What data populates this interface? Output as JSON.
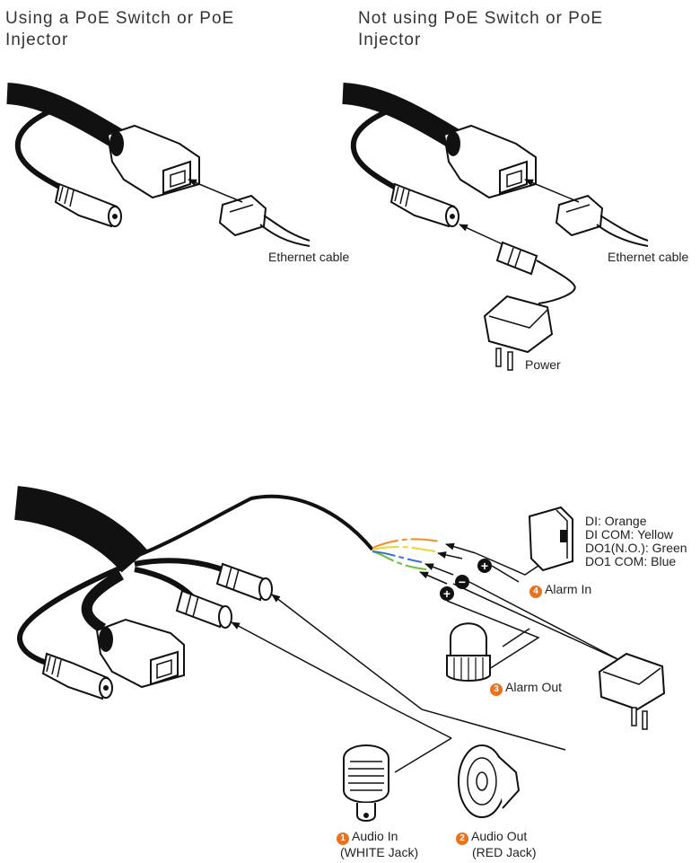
{
  "headings": {
    "poe_line1": "Using a PoE Switch or PoE",
    "poe_line2": "Injector",
    "nopoe_line1": "Not using PoE Switch or PoE",
    "nopoe_line2": "Injector"
  },
  "labels": {
    "ethernet_left": "Ethernet cable",
    "ethernet_right": "Ethernet cable",
    "power": "Power",
    "alarm_in": "Alarm In",
    "alarm_out": "Alarm Out",
    "audio_in": "Audio In",
    "audio_in_sub": "(WHITE Jack)",
    "audio_out": "Audio Out",
    "audio_out_sub": "(RED Jack)"
  },
  "wire_legend": {
    "di": "DI: Orange",
    "di_com": "DI COM: Yellow",
    "do1": "DO1(N.O.): Green",
    "do1_com": "DO1 COM: Blue"
  },
  "badges": {
    "audio_in": "1",
    "audio_out": "2",
    "alarm_out": "3",
    "alarm_in": "4"
  },
  "symbols": {
    "plus": "+",
    "minus": "−"
  },
  "colors": {
    "badge": "#e8731e",
    "wire_orange": "#f28c28",
    "wire_yellow": "#f2d22e",
    "wire_green": "#6cbf3a",
    "wire_blue": "#3a6fd8"
  }
}
